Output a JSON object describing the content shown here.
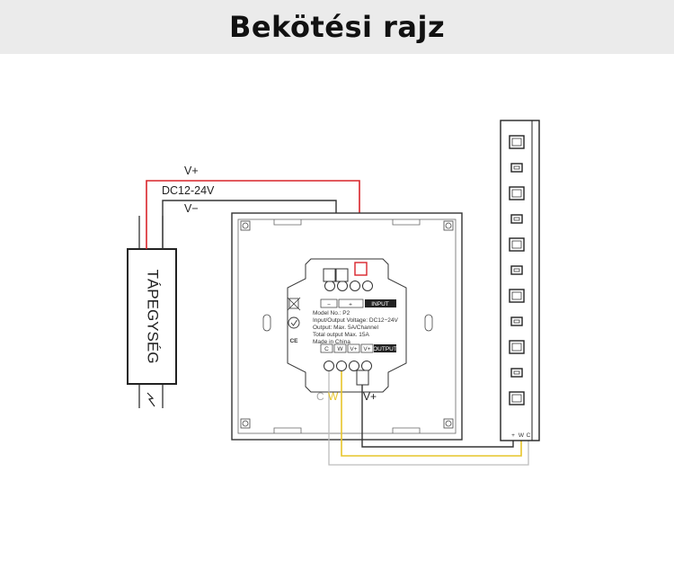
{
  "title": "Bekötési rajz",
  "power_supply": {
    "label": "TÁPEGYSÉG"
  },
  "wires": {
    "vplus": "V+",
    "voltage": "DC12-24V",
    "vminus": "V−",
    "out_c": "C",
    "out_w": "W",
    "out_vplus": "V+"
  },
  "panel": {
    "input_minus": "−",
    "input_plus": "+",
    "input_label": "INPUT",
    "model": "Model No.: P2",
    "io_voltage": "Input/Output Voltage: DC12−24V",
    "output_max": "Output: Max. 5A/Channel",
    "total_output": "Total output Max. 15A",
    "made_in": "Made in China",
    "out_terminals": [
      "C",
      "W",
      "V+",
      "V+"
    ],
    "output_label": "OUTPUT",
    "ce_mark": "CE"
  },
  "strip": {
    "terminals": [
      "+",
      "W",
      "C"
    ]
  },
  "colors": {
    "red": "#d8232a",
    "yellow": "#e7c52a",
    "dark": "#333333",
    "grey_wire": "#bdbdbd",
    "header_bg": "#ebebeb"
  }
}
